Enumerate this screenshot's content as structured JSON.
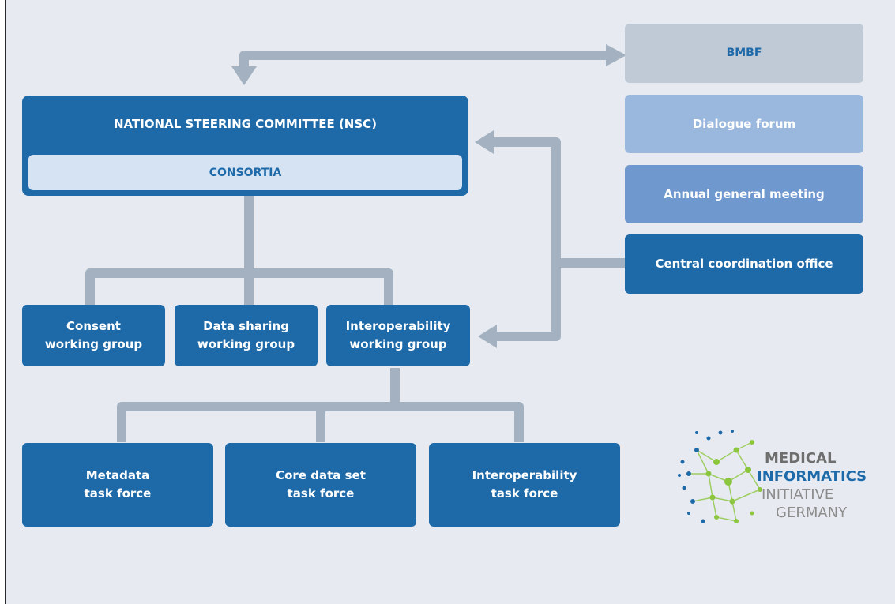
{
  "diagram": {
    "bmbf": "BMBF",
    "nsc": "NATIONAL STEERING COMMITTEE (NSC)",
    "consortia": "CONSORTIA",
    "dialogue_forum": "Dialogue forum",
    "annual_meeting": "Annual general meeting",
    "central_office": "Central coordination office",
    "consent_wg": "Consent\nworking group",
    "data_sharing_wg": "Data sharing\nworking group",
    "interop_wg": "Interoperability\nworking group",
    "metadata_tf": "Metadata\ntask force",
    "core_data_tf": "Core data set\ntask force",
    "interop_tf": "Interoperability\ntask force"
  },
  "logo": {
    "line1": "MEDICAL",
    "line2": "INFORMATICS",
    "line3": "INITIATIVE",
    "line4": "GERMANY"
  },
  "colors": {
    "background": "#e7ebf1",
    "dark_box": "#1e6aa9",
    "connector": "#a3b1c0",
    "bmbf_box": "#bfcad6",
    "dialogue_box": "#9ab8de",
    "annual_box": "#6f98cf",
    "consortia_box": "#d6e3f2",
    "logo_green": "#8cc63f",
    "logo_blue": "#1e6aa9"
  }
}
